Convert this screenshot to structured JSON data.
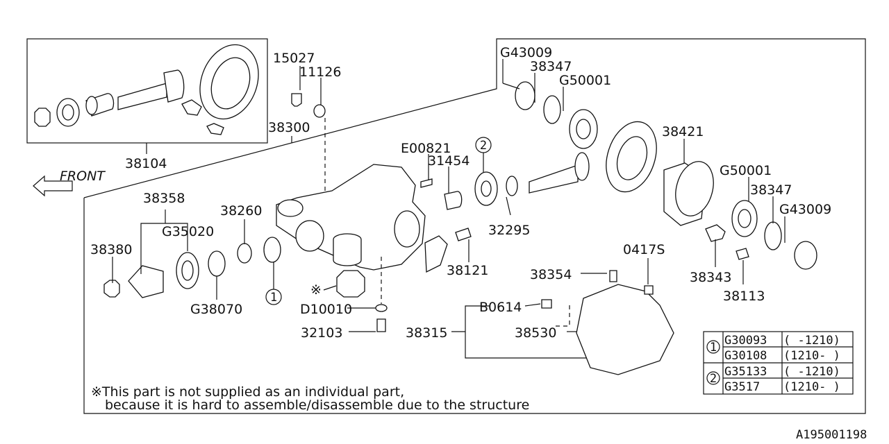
{
  "callouts": {
    "p38104": "38104",
    "p15027": "15027",
    "p11126": "11126",
    "p38300": "38300",
    "pG43009a": "G43009",
    "p38347a": "38347",
    "pG50001a": "G50001",
    "p38421": "38421",
    "pE00821": "E00821",
    "p31454": "31454",
    "p32295": "32295",
    "p38358": "38358",
    "pG35020": "G35020",
    "p38260": "38260",
    "p38380": "38380",
    "pG38070": "G38070",
    "pD10010": "D10010",
    "p32103": "32103",
    "p38121": "38121",
    "p38354": "38354",
    "p0417S": "0417S",
    "pB0614": "B0614",
    "p38315": "38315",
    "p38530": "38530",
    "pG50001b": "G50001",
    "p38347b": "38347",
    "pG43009b": "G43009",
    "p38343": "38343",
    "p38113": "38113"
  },
  "markers": {
    "one": "1",
    "two": "2",
    "star": "※"
  },
  "front_label": "FRONT",
  "table": {
    "rows": [
      {
        "part": "G30093",
        "range": "( -1210)"
      },
      {
        "part": "G30108",
        "range": "(1210- )"
      },
      {
        "part": "G35133",
        "range": "( -1210)"
      },
      {
        "part": "G3517",
        "range": "(1210- )"
      }
    ],
    "group1": "1",
    "group2": "2"
  },
  "note": {
    "line1": "※This part is not supplied as an individual part,",
    "line2": "because it is hard to assemble/disassemble due to the structure"
  },
  "diagram_id": "A195001198"
}
